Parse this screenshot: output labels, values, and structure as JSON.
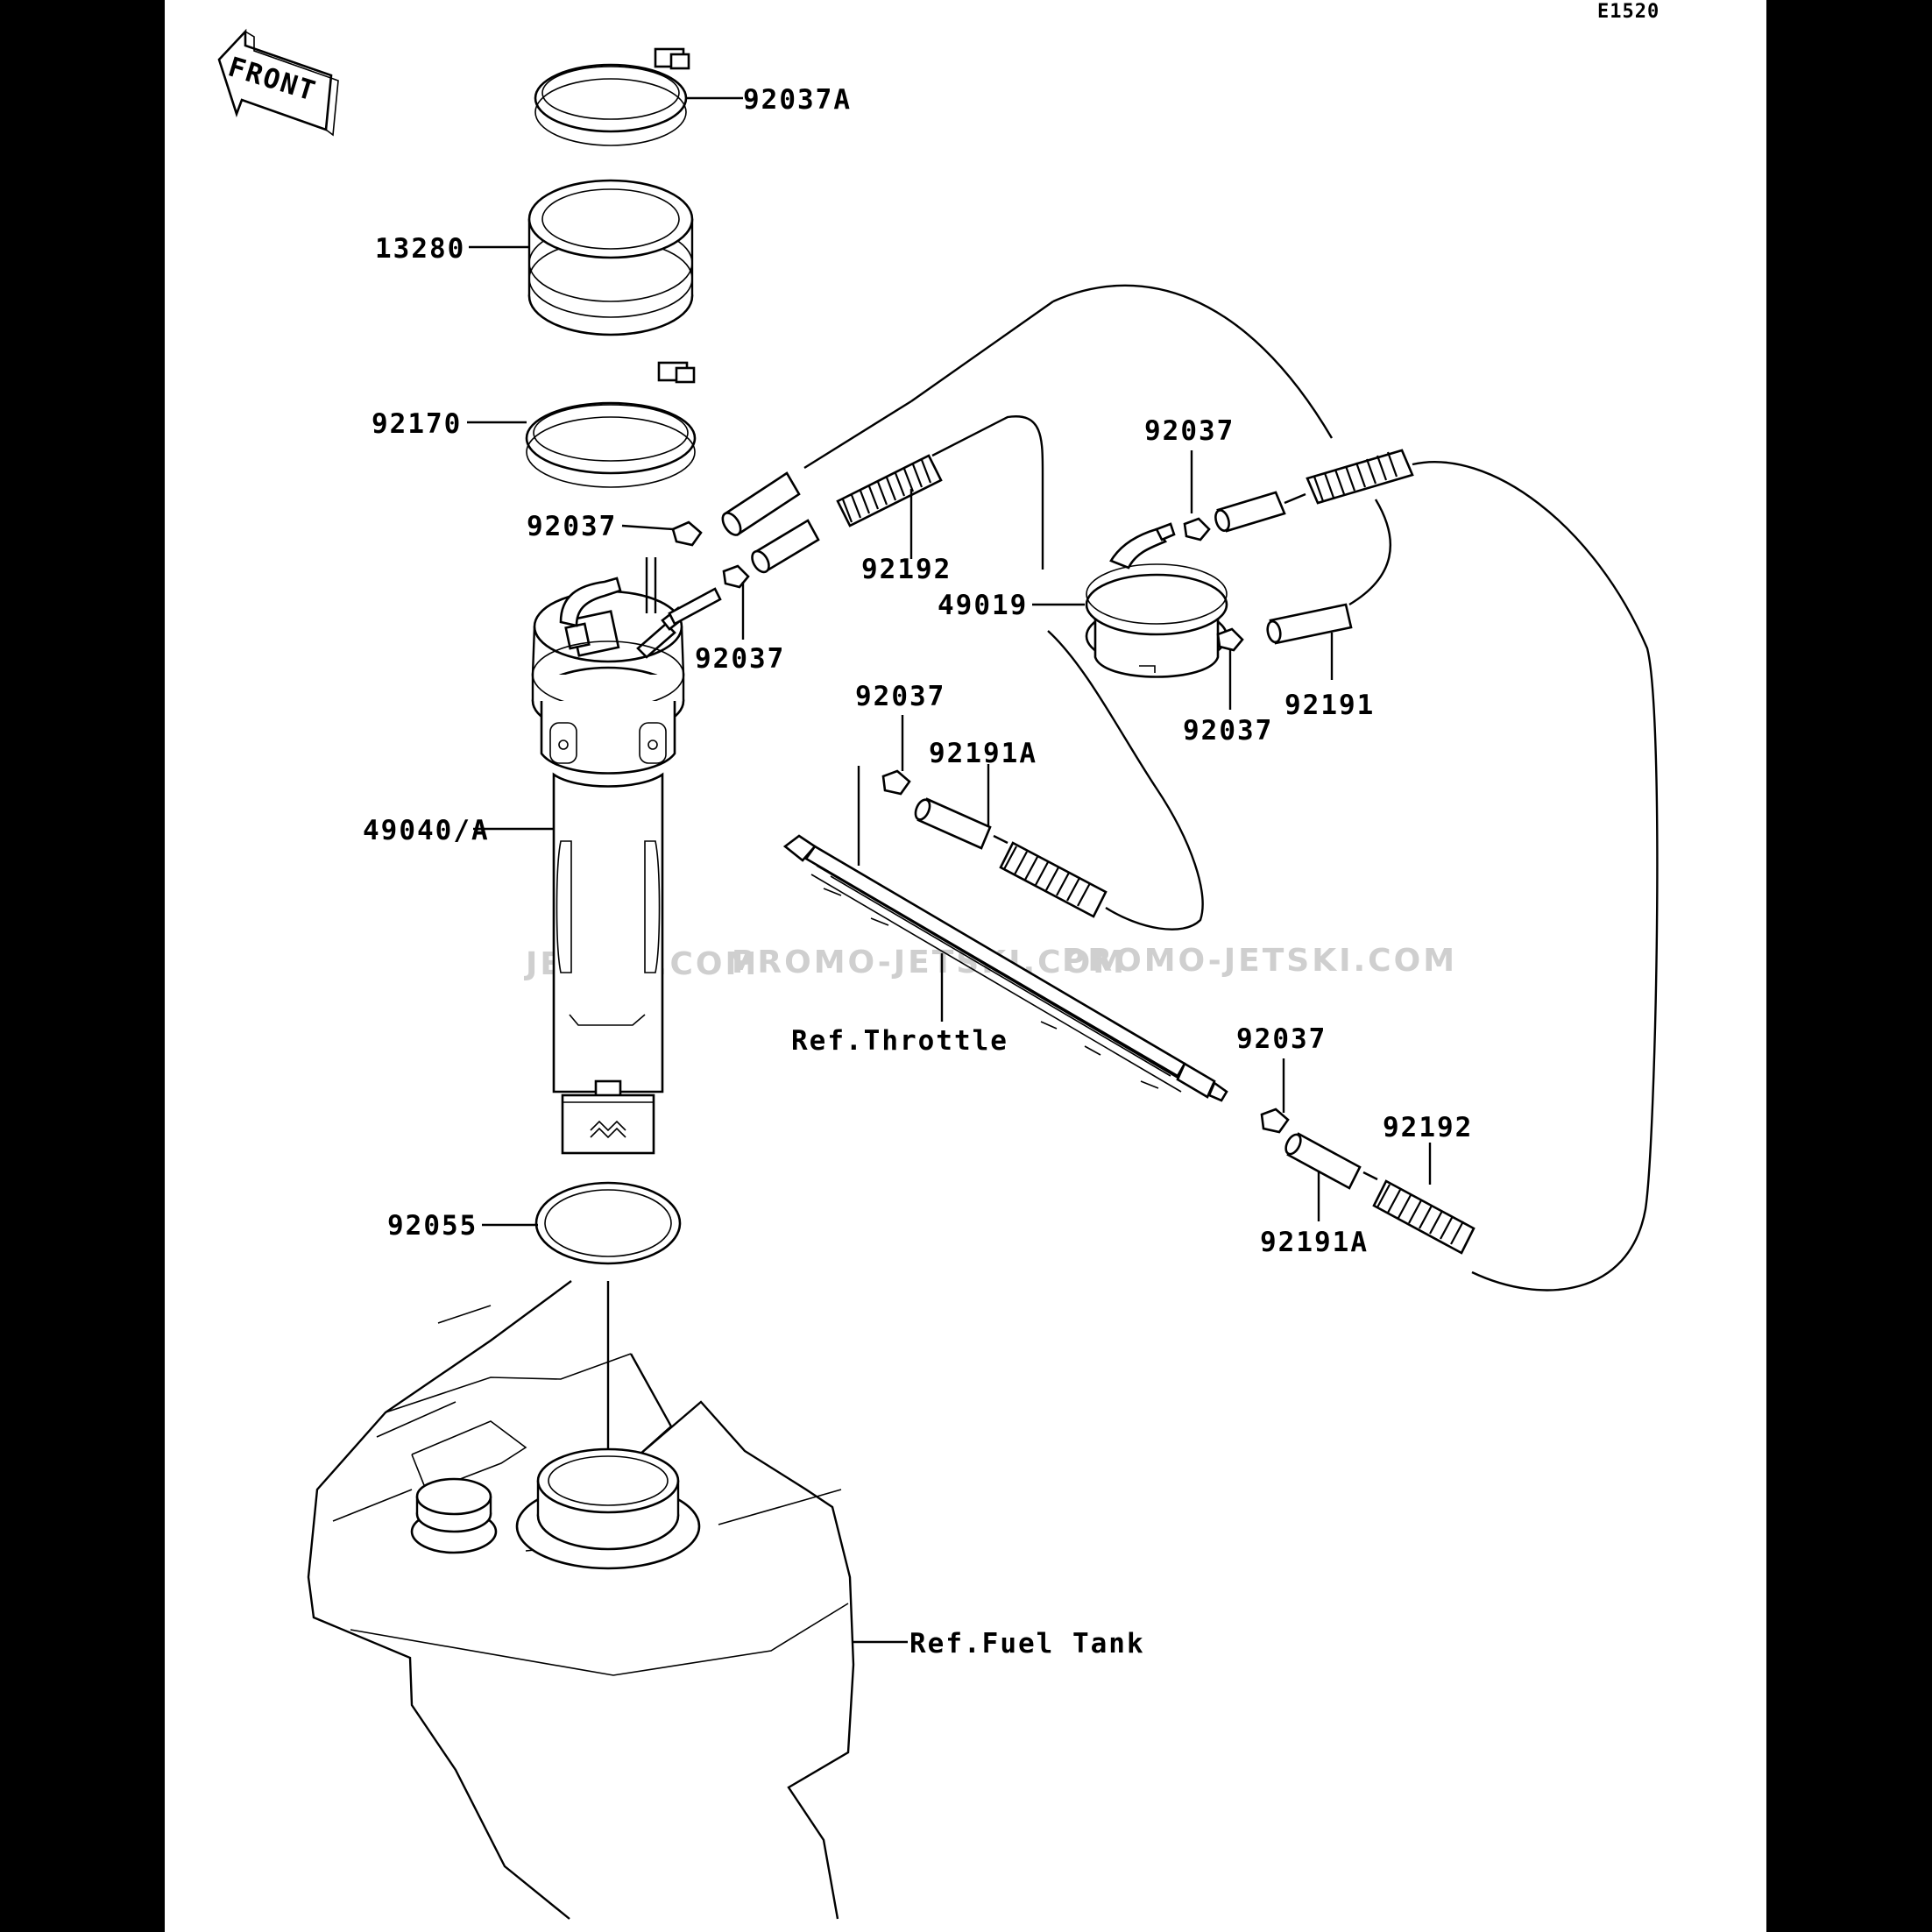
{
  "diagram": {
    "code": "E1520",
    "front_label": "FRONT",
    "watermarks": [
      "JETSKI.COM",
      "PROMO-JETSKI.COM",
      "PROMO-JETSKI.COM"
    ],
    "parts": {
      "p92037A": "92037A",
      "p13280": "13280",
      "p92170": "92170",
      "p92037_left": "92037",
      "p92192_upper": "92192",
      "p92037_mid": "92037",
      "p49040A": "49040/A",
      "p92037_filter_top": "92037",
      "p49019": "49019",
      "p92191": "92191",
      "p92037_filter_bottom": "92037",
      "p92037_throttle": "92037",
      "p92191A_upper": "92191A",
      "p92037_lower": "92037",
      "p92192_lower": "92192",
      "p92191A_lower": "92191A",
      "p92055": "92055"
    },
    "refs": {
      "throttle": "Ref.Throttle",
      "fuel_tank": "Ref.Fuel Tank"
    }
  }
}
